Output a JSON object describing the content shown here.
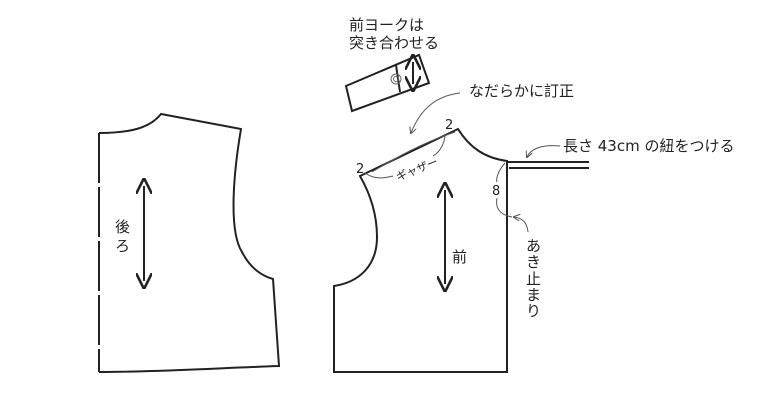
{
  "labels": {
    "yoke_note_line1": "前ヨークは",
    "yoke_note_line2": "突き合わせる",
    "smooth_note": "なだらかに訂正",
    "tie_note": "長さ 43cm の紐をつける",
    "shoulder_mark_right": "2",
    "shoulder_mark_left": "2",
    "gather": "ギャザー",
    "opening_length": "8",
    "opening_end_chars": [
      "あ",
      "き",
      "止",
      "ま",
      "り"
    ],
    "back_piece_chars": [
      "後",
      "ろ"
    ],
    "front_piece": "前"
  }
}
